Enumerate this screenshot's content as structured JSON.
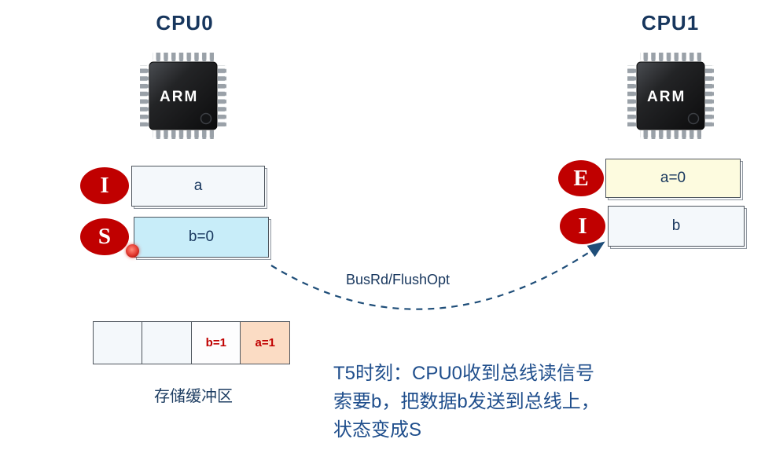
{
  "cpu0": {
    "title": "CPU0",
    "chip_label": "ARM",
    "cache_lines": [
      {
        "state": "I",
        "value": "a",
        "bg": "#f4f8fb"
      },
      {
        "state": "S",
        "value": "b=0",
        "bg": "#c8edf9"
      }
    ]
  },
  "cpu1": {
    "title": "CPU1",
    "chip_label": "ARM",
    "cache_lines": [
      {
        "state": "E",
        "value": "a=0",
        "bg": "#fdfbdf"
      },
      {
        "state": "I",
        "value": "b",
        "bg": "#f4f8fb"
      }
    ]
  },
  "bus": {
    "label": "BusRd/FlushOpt"
  },
  "store_buffer": {
    "label": "存储缓冲区",
    "cells": [
      {
        "value": "",
        "bg": "#f4f8fb"
      },
      {
        "value": "",
        "bg": "#f4f8fb"
      },
      {
        "value": "b=1",
        "bg": "#fdfdfe",
        "text_color": "#c00000"
      },
      {
        "value": "a=1",
        "bg": "#fbdcc4",
        "text_color": "#c00000"
      }
    ]
  },
  "caption": {
    "lines": [
      "T5时刻：CPU0收到总线读信号",
      "索要b，把数据b发送到总线上，",
      "状态变成S"
    ]
  },
  "colors": {
    "state_badge": "#c00000",
    "navy_text": "#17365d",
    "caption_blue": "#1f4e8c",
    "arrow": "#1f4e79",
    "value_red": "#c00000",
    "cyan_box": "#c8edf9",
    "yellow_box": "#fdfbdf",
    "peach_cell": "#fbdcc4"
  }
}
